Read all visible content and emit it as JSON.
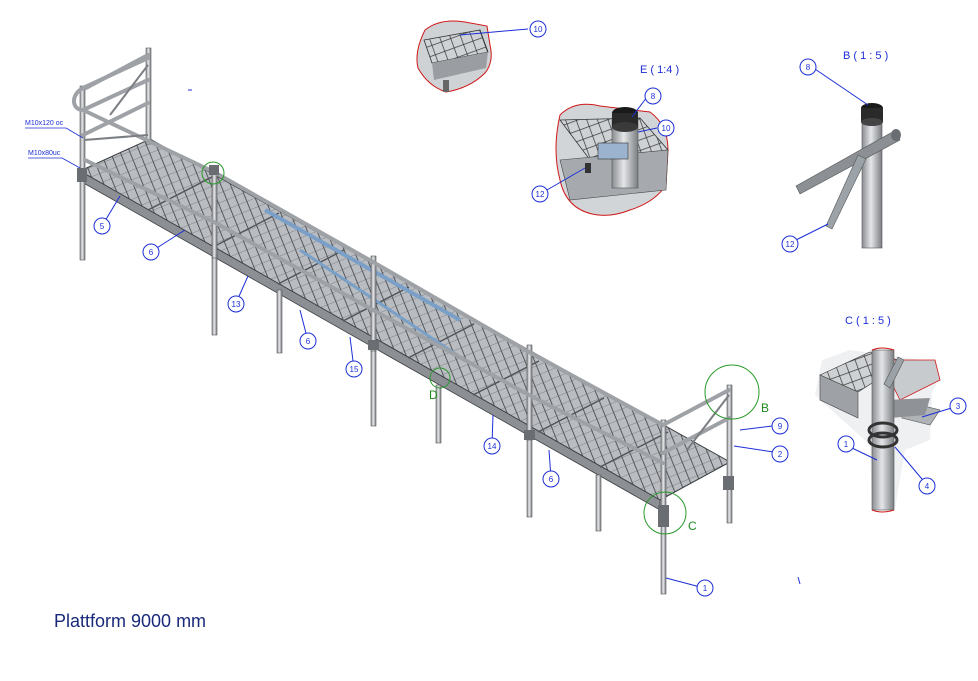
{
  "title": "Plattform 9000 mm",
  "views": {
    "E": "E ( 1:4 )",
    "B": "B ( 1 : 5 )",
    "C": "C ( 1 : 5 )"
  },
  "markers": {
    "B": "B",
    "C": "C",
    "D": "D"
  },
  "notes": {
    "bolt1": "M10x120 oc",
    "bolt2": "M10x80uc"
  },
  "balloons": {
    "b1": "1",
    "b2": "2",
    "b5": "5",
    "b6a": "6",
    "b6b": "6",
    "b6c": "6",
    "b9": "9",
    "b13": "13",
    "b14": "14",
    "b15": "15",
    "e8": "8",
    "e10": "10",
    "e12": "12",
    "t10": "10",
    "bb8": "8",
    "bb12": "12",
    "c1": "1",
    "c3": "3",
    "c4": "4"
  },
  "colors": {
    "line": "#1c2fd6",
    "steel": "#6f7378",
    "detail": "#2a9a2a",
    "cut": "#d01818"
  }
}
